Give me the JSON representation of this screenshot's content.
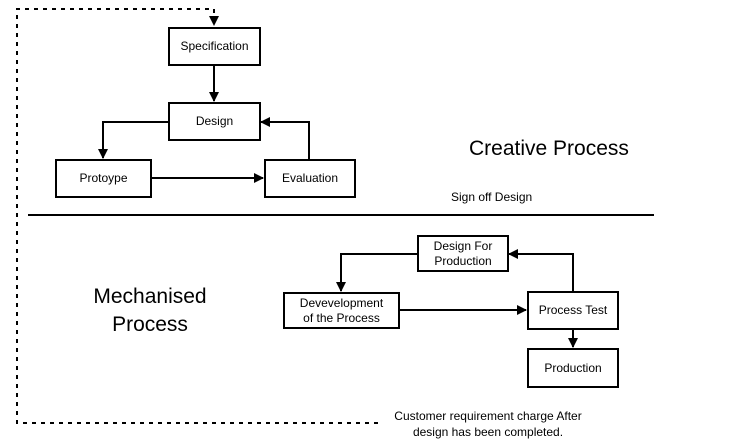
{
  "colors": {
    "stroke": "#000000",
    "background": "#ffffff"
  },
  "creative": {
    "title": "Creative Process",
    "nodes": {
      "specification": "Specification",
      "design": "Design",
      "prototype": "Protoype",
      "evaluation": "Evaluation"
    }
  },
  "divider_label": "Sign off Design",
  "mechanised": {
    "title_line1": "Mechanised",
    "title_line2": "Process",
    "nodes": {
      "design_for_production_line1": "Design For",
      "design_for_production_line2": "Production",
      "development_line1": "Devevelopment",
      "development_line2": "of the Process",
      "process_test": "Process Test",
      "production": "Production"
    }
  },
  "feedback_note": {
    "line1": "Customer requirement charge After",
    "line2": "design has been completed."
  },
  "edges": [
    {
      "from": "Specification",
      "to": "Design"
    },
    {
      "from": "Design",
      "to": "Protoype"
    },
    {
      "from": "Protoype",
      "to": "Evaluation"
    },
    {
      "from": "Evaluation",
      "to": "Design"
    },
    {
      "from": "Design For Production",
      "to": "Devevelopment of the Process"
    },
    {
      "from": "Devevelopment of the Process",
      "to": "Process Test"
    },
    {
      "from": "Process Test",
      "to": "Design For Production"
    },
    {
      "from": "Process Test",
      "to": "Production"
    },
    {
      "from": "Customer requirement charge",
      "to": "Specification",
      "style": "dotted"
    }
  ]
}
